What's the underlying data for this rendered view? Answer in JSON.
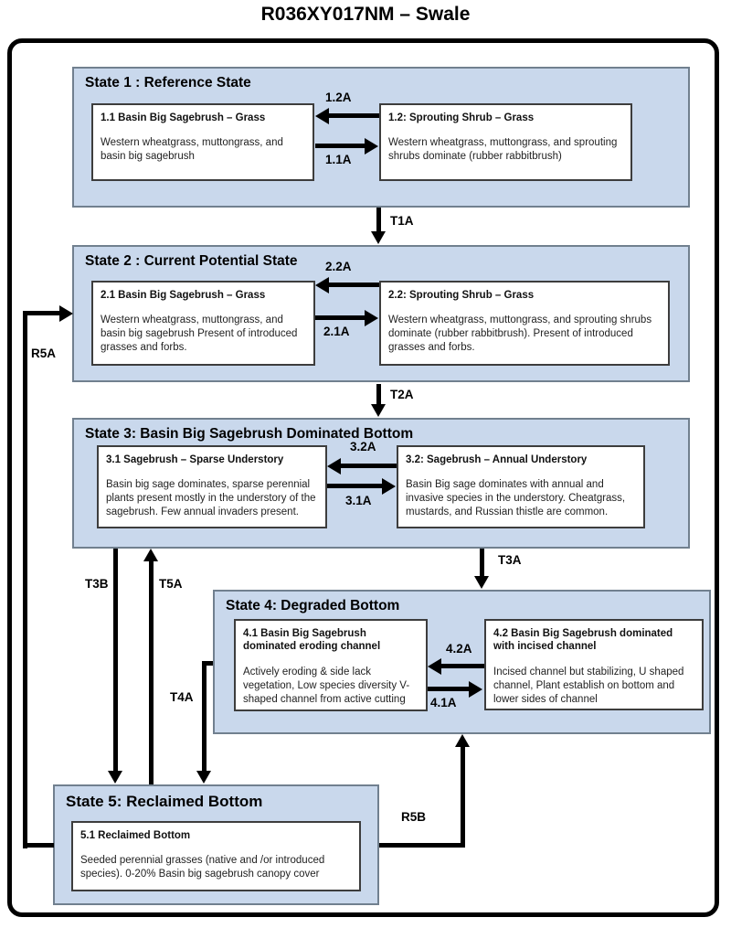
{
  "title": "R036XY017NM – Swale",
  "colors": {
    "state_fill": "#c9d8ec",
    "state_border": "#71808f",
    "box_border": "#3d3d3d",
    "arrow": "#000000"
  },
  "states": [
    {
      "heading": "State 1 : Reference State",
      "boxes": [
        {
          "title": "1.1 Basin Big Sagebrush – Grass",
          "body": "Western wheatgrass, muttongrass, and basin big sagebrush"
        },
        {
          "title": "1.2: Sprouting Shrub – Grass",
          "body": "Western wheatgrass, muttongrass, and sprouting shrubs dominate (rubber rabbitbrush)"
        }
      ],
      "pathway_left": "1.2A",
      "pathway_right": "1.1A"
    },
    {
      "heading": "State 2 : Current Potential State",
      "boxes": [
        {
          "title": "2.1 Basin Big Sagebrush – Grass",
          "body": "Western wheatgrass, muttongrass, and basin big sagebrush  Present of introduced grasses and forbs."
        },
        {
          "title": "2.2: Sprouting Shrub – Grass",
          "body": "Western wheatgrass, muttongrass, and sprouting shrubs dominate (rubber rabbitbrush).   Present of introduced grasses and forbs."
        }
      ],
      "pathway_left": "2.2A",
      "pathway_right": "2.1A"
    },
    {
      "heading": "State 3: Basin Big Sagebrush Dominated Bottom",
      "boxes": [
        {
          "title": "3.1 Sagebrush – Sparse Understory",
          "body": "Basin big sage dominates, sparse perennial plants present mostly in the understory of the sagebrush.  Few annual invaders present."
        },
        {
          "title": "3.2: Sagebrush – Annual Understory",
          "body": "Basin Big sage dominates with annual and invasive species in the understory.  Cheatgrass, mustards, and Russian thistle are common."
        }
      ],
      "pathway_left": "3.2A",
      "pathway_right": "3.1A"
    },
    {
      "heading": "State 4: Degraded Bottom",
      "boxes": [
        {
          "title": "4.1 Basin Big Sagebrush dominated eroding channel",
          "body": "Actively eroding & side lack vegetation, Low species diversity V-shaped channel from active cutting"
        },
        {
          "title": "4.2 Basin Big Sagebrush dominated with incised channel",
          "body": "Incised channel but stabilizing, U shaped channel, Plant establish on bottom and lower sides of channel"
        }
      ],
      "pathway_left": "4.2A",
      "pathway_right": "4.1A"
    },
    {
      "heading": "State 5: Reclaimed Bottom",
      "boxes": [
        {
          "title": "5.1 Reclaimed Bottom",
          "body": "Seeded perennial grasses (native and /or introduced species).  0-20% Basin big sagebrush canopy cover"
        }
      ]
    }
  ],
  "transitions": {
    "t1a": "T1A",
    "t2a": "T2A",
    "t3a": "T3A",
    "t3b": "T3B",
    "t5a": "T5A",
    "t4a": "T4A",
    "r5a": "R5A",
    "r5b": "R5B"
  }
}
